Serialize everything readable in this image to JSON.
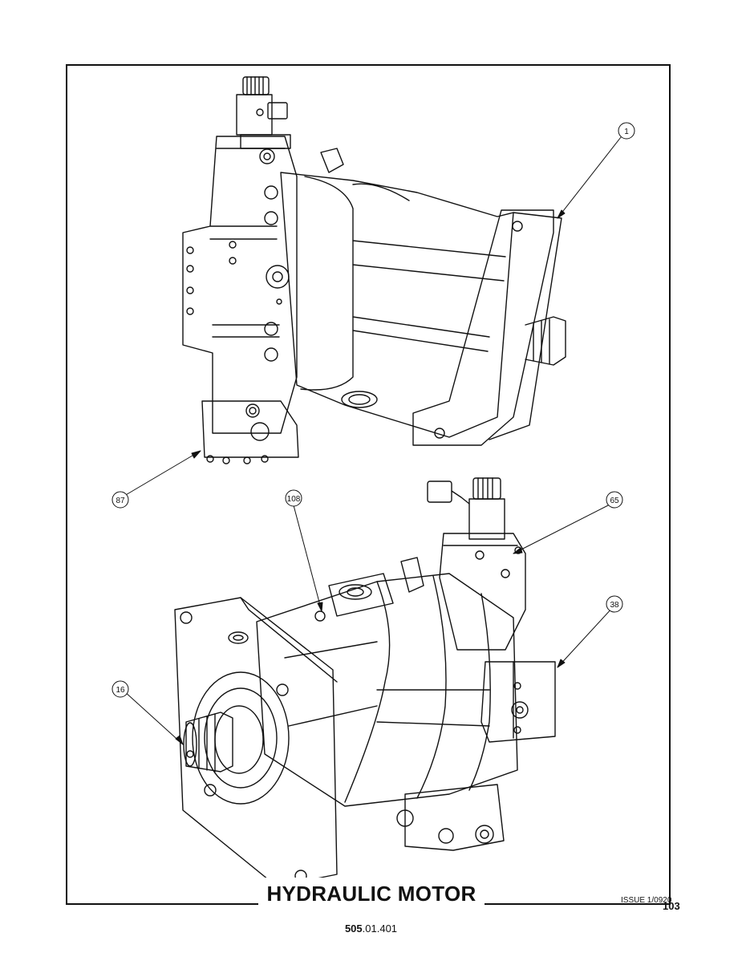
{
  "title": "HYDRAULIC MOTOR",
  "issue": "ISSUE 1/0920",
  "page_number": "103",
  "reference": {
    "bold": "505",
    "rest": ".01.401"
  },
  "callouts": [
    "1",
    "87",
    "108",
    "65",
    "38",
    "16"
  ]
}
